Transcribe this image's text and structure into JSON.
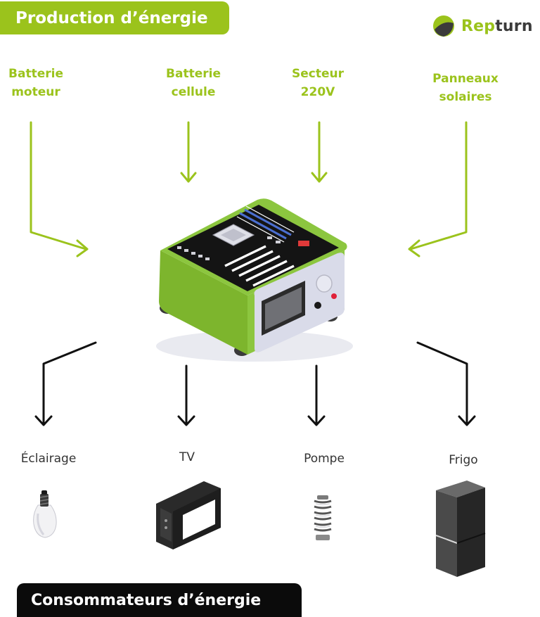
{
  "header": {
    "title": "Production d’énergie"
  },
  "logo": {
    "part1": "Rep",
    "part2": "turn",
    "icon": "leaf-icon"
  },
  "sources": [
    {
      "label": "Batterie\nmoteur"
    },
    {
      "label": "Batterie\ncellule"
    },
    {
      "label": "Secteur\n220V"
    },
    {
      "label": "Panneaux\nsolaires"
    }
  ],
  "consumers": [
    {
      "label": "Éclairage",
      "icon": "light-bulb-icon"
    },
    {
      "label": "TV",
      "icon": "tv-icon"
    },
    {
      "label": "Pompe",
      "icon": "pump-icon"
    },
    {
      "label": "Frigo",
      "icon": "fridge-icon"
    }
  ],
  "footer": {
    "title": "Consommateurs d’énergie"
  },
  "colors": {
    "green": "#9bc31c",
    "black": "#0b0b0b",
    "device_body": "#8cc63f",
    "panel": "#d9dbe9"
  }
}
